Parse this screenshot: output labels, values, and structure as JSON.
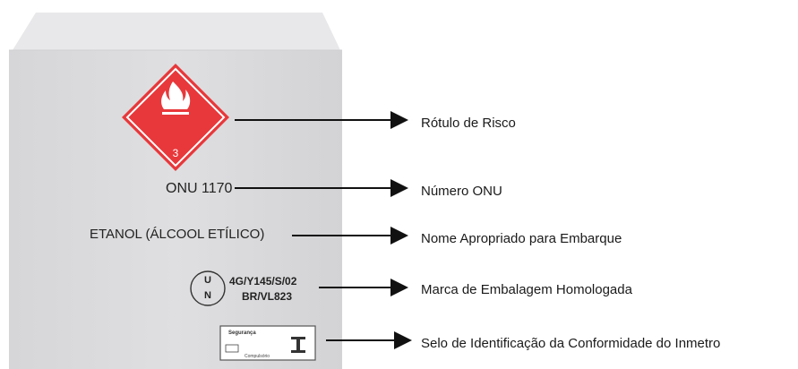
{
  "hazard_label": {
    "class_number": "3",
    "symbol": "flame-icon",
    "color": "#e8383b"
  },
  "package": {
    "onu_number": "ONU 1170",
    "shipping_name": "ETANOL (ÁLCOOL ETÍLICO)",
    "un_mark": {
      "u": "U",
      "n": "N"
    },
    "spec_line1": "4G/Y145/S/02",
    "spec_line2": "BR/VL823",
    "seal_title": "Segurança",
    "seal_sub": "Compulsório"
  },
  "callouts": [
    {
      "label": "Rótulo de Risco"
    },
    {
      "label": "Número ONU"
    },
    {
      "label": "Nome Apropriado para Embarque"
    },
    {
      "label": "Marca de Embalagem Homologada"
    },
    {
      "label": "Selo de Identificação da Conformidade do Inmetro"
    }
  ],
  "colors": {
    "box_face": "#dcdcde",
    "box_top": "#e9e9eb",
    "arrow": "#111111"
  }
}
